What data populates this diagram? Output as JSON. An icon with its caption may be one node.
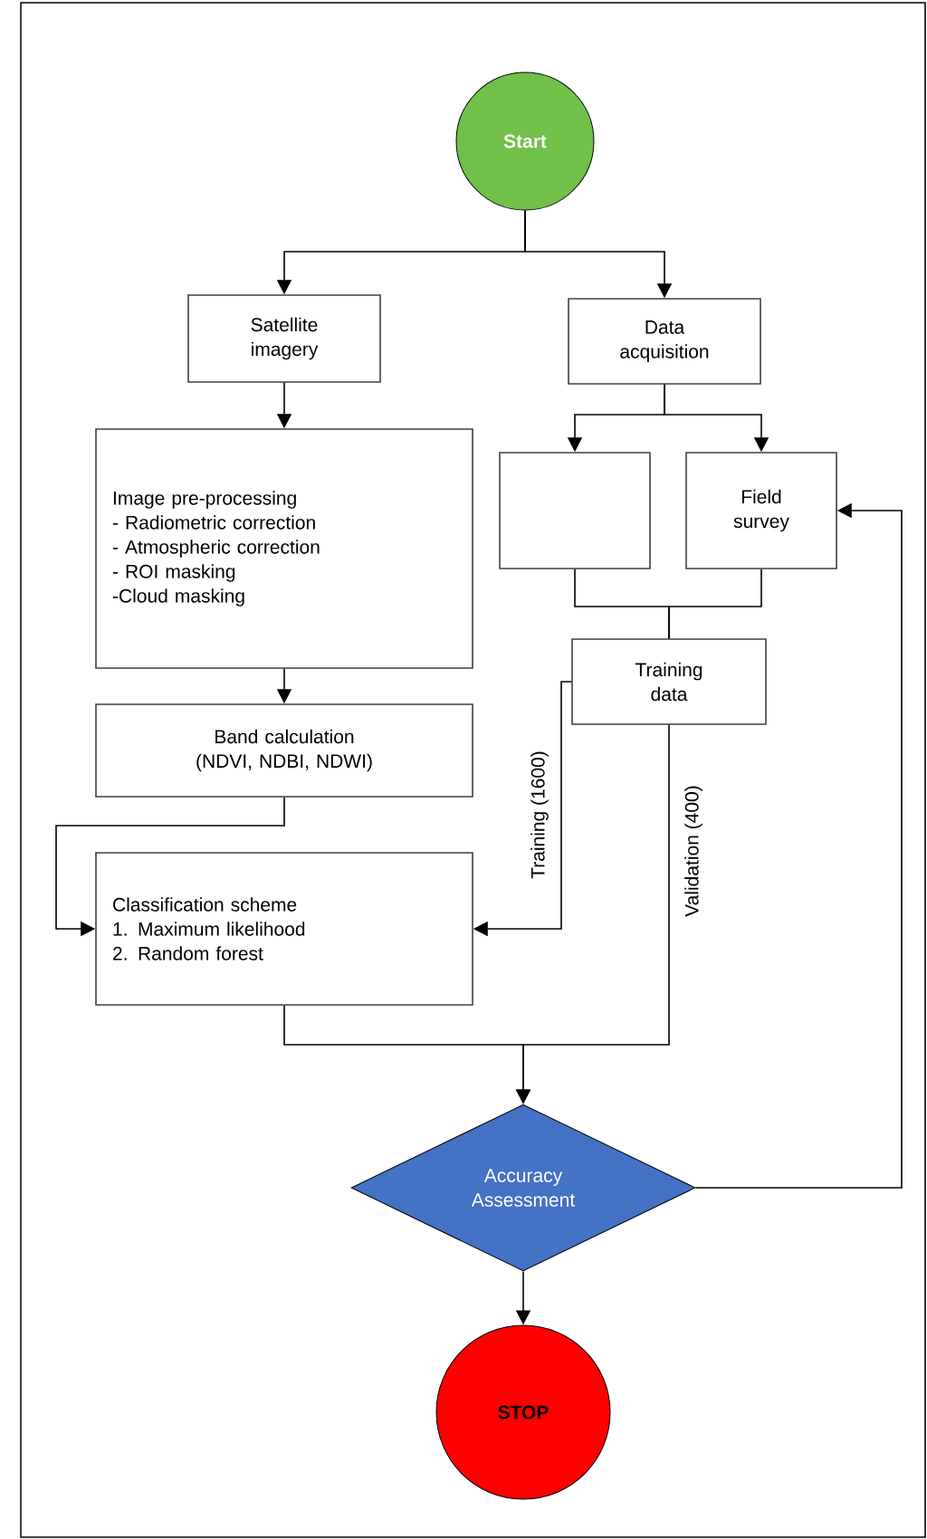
{
  "diagram": {
    "nodes": [
      {
        "text": [
          "Start"
        ]
      },
      {
        "text": [
          "Satellite imagery"
        ]
      },
      {
        "text": [
          "Data acquisition"
        ]
      },
      {
        "text": [
          "Image pre-processing",
          "- Radiometric correction",
          "- Atmospheric correction",
          "- ROI masking",
          "-Cloud masking"
        ]
      },
      {
        "text": [],
        "shape": "box"
      },
      {
        "text": [
          "Field survey"
        ]
      },
      {
        "text": [
          "Training data"
        ]
      },
      {
        "text": [
          "Band calculation (NDVI, NDBI, NDWI)"
        ]
      },
      {
        "text": [
          "Classification scheme",
          "1. Maximum likelihood",
          "2. Random forest"
        ]
      },
      {
        "text": [
          "Accuracy Assessment"
        ]
      },
      {
        "text": [
          "STOP"
        ]
      }
    ],
    "edges": [
      {
        "from": 0,
        "to": 1,
        "arrow": "to"
      },
      {
        "from": 0,
        "to": 2,
        "arrow": "to"
      },
      {
        "from": 1,
        "to": 3,
        "arrow": "to"
      },
      {
        "from": 2,
        "to": 4,
        "arrow": "to"
      },
      {
        "from": 2,
        "to": 5,
        "arrow": "to"
      },
      {
        "from": 4,
        "to": 6,
        "arrow": "none"
      },
      {
        "from": 5,
        "to": 6,
        "arrow": "none"
      },
      {
        "from": 3,
        "to": 7,
        "arrow": "to"
      },
      {
        "from": 7,
        "to": 8,
        "arrow": "to"
      },
      {
        "from": 6,
        "to": 8,
        "arrow": "to",
        "label": "Training (1600)"
      },
      {
        "from": 6,
        "to": 9,
        "arrow": "to",
        "label": "Validation (400)"
      },
      {
        "from": 8,
        "to": 9,
        "arrow": "to"
      },
      {
        "from": 9,
        "to": 5,
        "arrow": "to"
      },
      {
        "from": 9,
        "to": 10,
        "arrow": "to"
      }
    ]
  }
}
